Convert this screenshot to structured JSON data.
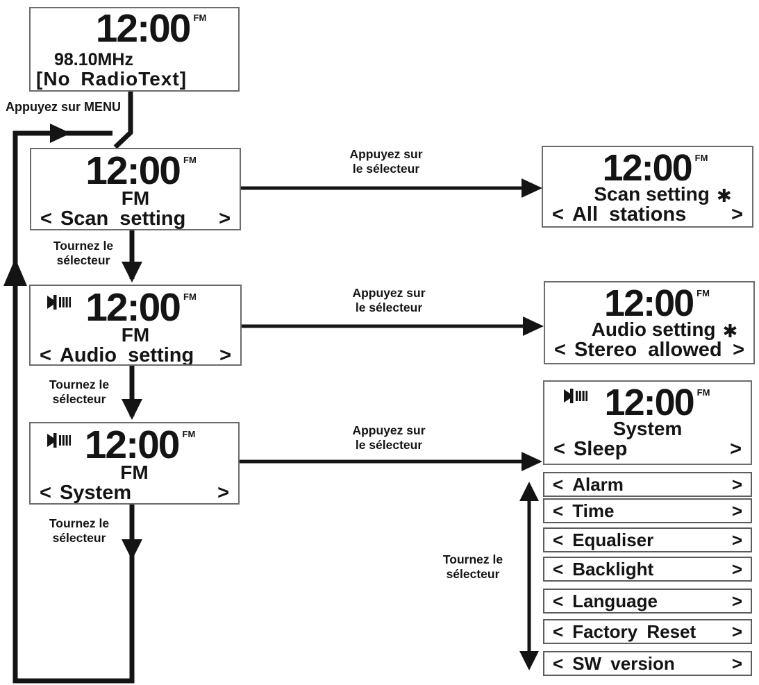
{
  "labels": {
    "press_menu": "Appuyez sur MENU",
    "turn_selector": {
      "line1": "Tournez le",
      "line2": "sélecteur"
    },
    "press_selector": {
      "line1": "Appuyez sur",
      "line2": "le sélecteur"
    }
  },
  "ui": {
    "chevron_left": "<",
    "chevron_right": ">",
    "selected_star": "✱"
  },
  "icons": {
    "volume": "volume-level-icon"
  },
  "screens": {
    "standby": {
      "time": "12:00",
      "band": "FM",
      "frequency": "98.10MHz",
      "radiotext": "[No RadioText]"
    },
    "menu_scan": {
      "time": "12:00",
      "band": "FM",
      "mode": "FM",
      "item": "Scan setting"
    },
    "menu_audio": {
      "time": "12:00",
      "band": "FM",
      "mode": "FM",
      "item": "Audio setting"
    },
    "menu_system": {
      "time": "12:00",
      "band": "FM",
      "mode": "FM",
      "item": "System"
    },
    "scan_setting": {
      "time": "12:00",
      "band": "FM",
      "title": "Scan setting",
      "item": "All stations"
    },
    "audio_setting": {
      "time": "12:00",
      "band": "FM",
      "title": "Audio setting",
      "item": "Stereo allowed"
    },
    "system": {
      "time": "12:00",
      "band": "FM",
      "title": "System",
      "item": "Sleep"
    }
  },
  "system_menu_items": [
    "Alarm",
    "Time",
    "Equaliser",
    "Backlight",
    "Language",
    "Factory Reset",
    "SW version"
  ]
}
